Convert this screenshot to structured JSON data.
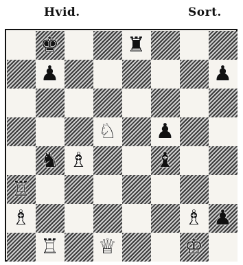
{
  "labels": {
    "white": "Hvid.",
    "black": "Sort."
  },
  "board": {
    "dark_color": "#3a3a3a",
    "light_color": "#f6f4ef",
    "pieces": [
      {
        "square": "b8",
        "glyph": "♚",
        "name": "black-king"
      },
      {
        "square": "e8",
        "glyph": "♜",
        "name": "black-rook"
      },
      {
        "square": "b7",
        "glyph": "♟",
        "name": "black-pawn"
      },
      {
        "square": "h7",
        "glyph": "♟",
        "name": "black-pawn"
      },
      {
        "square": "d5",
        "glyph": "♘",
        "name": "white-knight"
      },
      {
        "square": "f5",
        "glyph": "♟",
        "name": "black-pawn"
      },
      {
        "square": "b4",
        "glyph": "♞",
        "name": "black-knight"
      },
      {
        "square": "c4",
        "glyph": "♗",
        "name": "white-bishop"
      },
      {
        "square": "f4",
        "glyph": "♝",
        "name": "black-bishop"
      },
      {
        "square": "a3",
        "glyph": "♖",
        "name": "white-rook"
      },
      {
        "square": "a2",
        "glyph": "♗",
        "name": "white-bishop"
      },
      {
        "square": "g2",
        "glyph": "♗",
        "name": "white-bishop"
      },
      {
        "square": "h2",
        "glyph": "♟",
        "name": "black-pawn"
      },
      {
        "square": "b1",
        "glyph": "♖",
        "name": "white-rook"
      },
      {
        "square": "d1",
        "glyph": "♕",
        "name": "white-queen"
      },
      {
        "square": "g1",
        "glyph": "♔",
        "name": "white-king"
      }
    ]
  }
}
